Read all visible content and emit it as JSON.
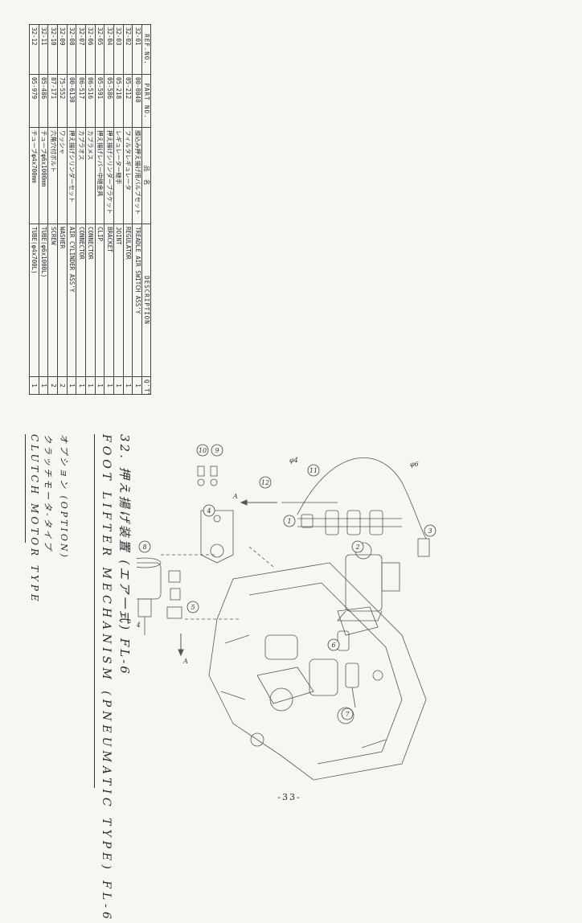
{
  "page": {
    "number": "-33-"
  },
  "title": {
    "japanese": "32. 押え揚げ装置 (エア一式) FL-6",
    "english": "FOOT LIFTER MECHANISM (PNEUMATIC TYPE) FL-6",
    "option_jp": "オプション (OPTION)",
    "motor_jp": "クラッチモータ-タイプ",
    "motor_en": "CLUTCH MOTOR TYPE"
  },
  "table": {
    "headers": {
      "ref": "REF.NO.",
      "part": "PART NO.",
      "name": "品　名",
      "desc": "DESCRIPTION",
      "qty": "Q'TY"
    },
    "rows": [
      {
        "ref": "32-01",
        "part": "00-8040",
        "name": "膝込み押え揚げ用バルブセット",
        "desc": "TREADLE AIR SWITCH ASS'Y",
        "qty": "1"
      },
      {
        "ref": "32-02",
        "part": "05-212",
        "name": "フィルタレギュレータ",
        "desc": "REGULATOR",
        "qty": "1"
      },
      {
        "ref": "32-03",
        "part": "05-218",
        "name": "レギュレーター継手",
        "desc": "JOINT",
        "qty": "1"
      },
      {
        "ref": "32-04",
        "part": "05-586",
        "name": "押え揚げシリンダーブラケット",
        "desc": "BRACKET",
        "qty": "1"
      },
      {
        "ref": "32-05",
        "part": "05-591",
        "name": "押え揚げレバー中継金具",
        "desc": "CLIP",
        "qty": "1"
      },
      {
        "ref": "32-06",
        "part": "06-516",
        "name": "カプラメス",
        "desc": "CONNECTOR",
        "qty": "1"
      },
      {
        "ref": "32-07",
        "part": "06-517",
        "name": "カプラオス",
        "desc": "CONNECTOR",
        "qty": "1"
      },
      {
        "ref": "32-08",
        "part": "00-6130",
        "name": "押え揚げシリンダーセット",
        "desc": "AIR CYLINDER ASS'Y",
        "qty": "1"
      },
      {
        "ref": "32-09",
        "part": "75-552",
        "name": "ワッシャ",
        "desc": "WASHER",
        "qty": "2"
      },
      {
        "ref": "32-10",
        "part": "87-171",
        "name": "六角穴付ボルト",
        "desc": "SCREW",
        "qty": "2"
      },
      {
        "ref": "32-11",
        "part": "05-486",
        "name": "チューブφ6x1000mm",
        "desc": "TUBE(φ6x1000L)",
        "qty": "1"
      },
      {
        "ref": "32-12",
        "part": "05-979",
        "name": "チューブφ4x700mm",
        "desc": "TUBE(φ4x700L)",
        "qty": "1"
      }
    ]
  },
  "diagram": {
    "callouts": [
      "1",
      "2",
      "3",
      "4",
      "5",
      "6",
      "7",
      "8",
      "9",
      "10",
      "11",
      "12"
    ],
    "arrow_label": "A",
    "tube_labels": {
      "d4": "φ4",
      "d6": "φ6"
    }
  }
}
